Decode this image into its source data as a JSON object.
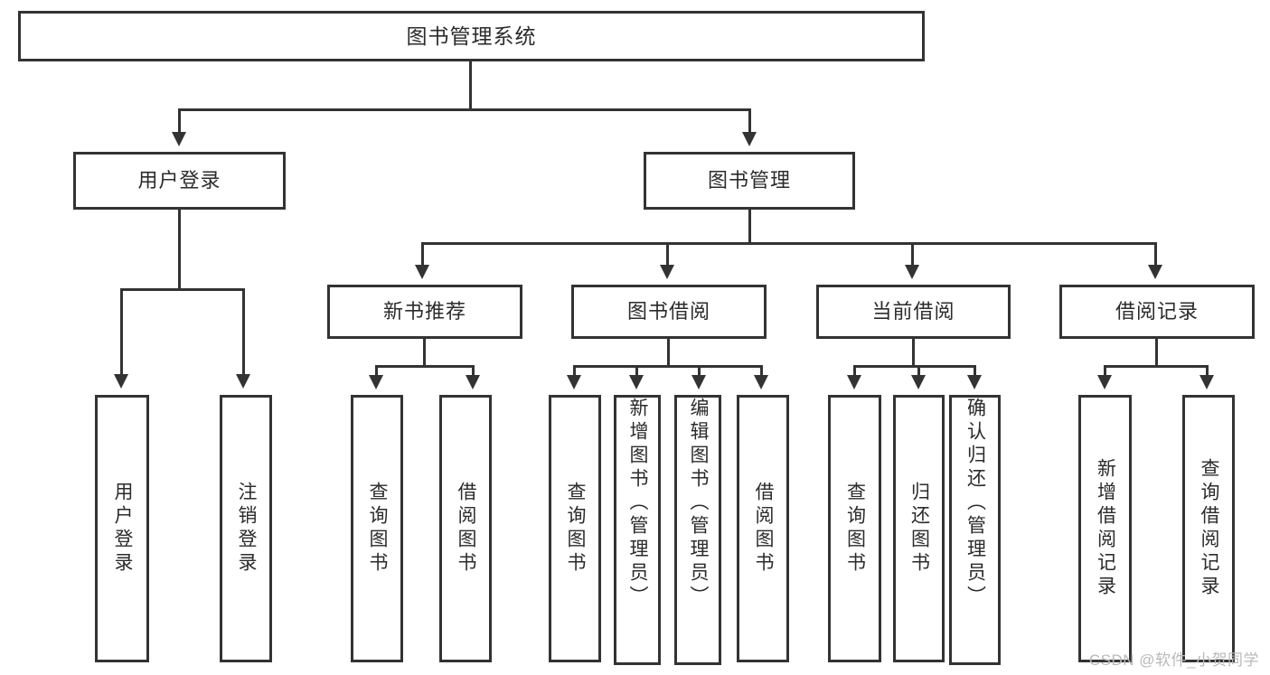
{
  "diagram": {
    "title": "图书管理系统",
    "watermark": "CSDN @软件_小贺同学",
    "level2": {
      "user_login": "用户登录",
      "book_management": "图书管理"
    },
    "level3": {
      "new_book_recommend": "新书推荐",
      "book_borrow": "图书借阅",
      "current_borrow": "当前借阅",
      "borrow_record": "借阅记录"
    },
    "leaves": {
      "user_login_1": "用户登录",
      "user_login_2": "注销登录",
      "recommend_1": "查询图书",
      "recommend_2": "借阅图书",
      "borrow_1": "查询图书",
      "borrow_2": "新增图书（管理员）",
      "borrow_3": "编辑图书（管理员）",
      "borrow_4": "借阅图书",
      "current_1": "查询图书",
      "current_2": "归还图书",
      "current_3": "确认归还（管理员）",
      "record_1": "新增借阅记录",
      "record_2": "查询借阅记录"
    }
  }
}
